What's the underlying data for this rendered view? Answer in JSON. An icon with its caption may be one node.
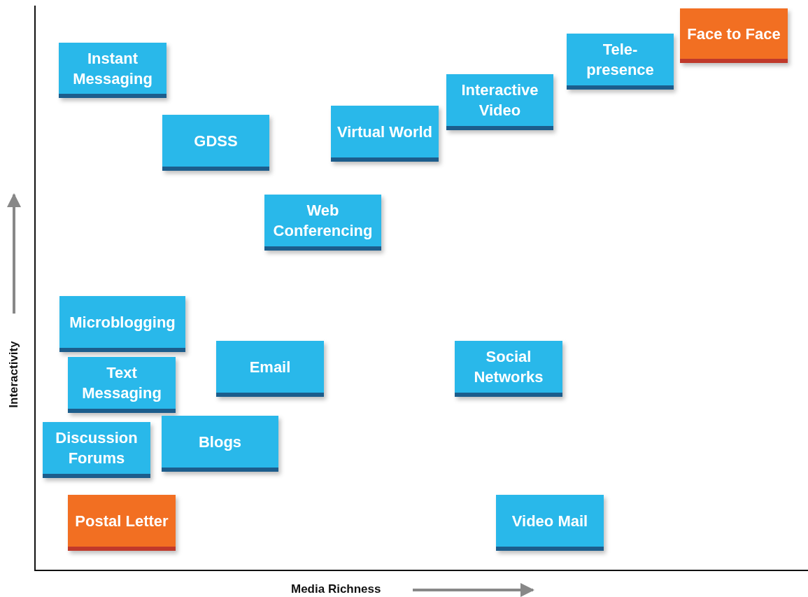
{
  "diagram": {
    "nodes": [
      {
        "text": [
          "Face to Face"
        ]
      },
      {
        "text": [
          "Tele-presence"
        ]
      },
      {
        "text": [
          "Instant Messaging"
        ]
      },
      {
        "text": [
          "Interactive Video"
        ]
      },
      {
        "text": [
          "Virtual World"
        ]
      },
      {
        "text": [
          "GDSS"
        ]
      },
      {
        "text": [
          "Web Conferencing"
        ]
      },
      {
        "text": [
          "Microblogging"
        ]
      },
      {
        "text": [
          "Email"
        ]
      },
      {
        "text": [
          "Social Networks"
        ]
      },
      {
        "text": [
          "Text Messaging"
        ]
      },
      {
        "text": [
          "Discussion Forums"
        ]
      },
      {
        "text": [
          "Blogs"
        ]
      },
      {
        "text": [
          "Postal Letter"
        ]
      },
      {
        "text": [
          "Video Mail"
        ]
      }
    ],
    "labels": [
      "Interactivity",
      "Media Richness"
    ]
  }
}
